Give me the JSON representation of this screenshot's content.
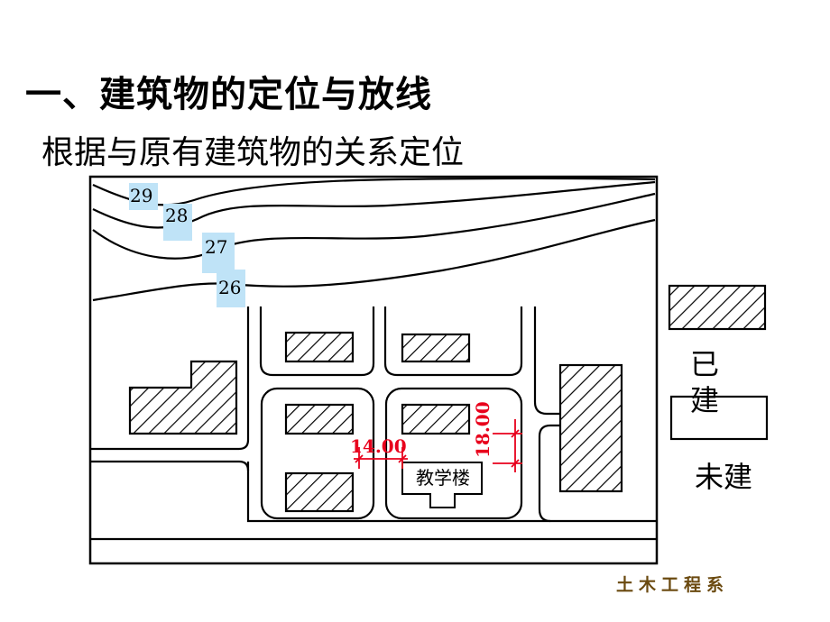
{
  "heading": "一、建筑物的定位与放线",
  "subheading": "根据与原有建筑物的关系定位",
  "contours": [
    "29",
    "28",
    "27",
    "26"
  ],
  "building_label": "教学楼",
  "dimensions": {
    "horizontal": "14.00",
    "vertical": "18.00"
  },
  "legend": {
    "built": "已建",
    "built_char1": "已",
    "built_char2": "建",
    "unbuilt": "未建"
  },
  "footer": "土木工程系",
  "colors": {
    "dimension": "#e8001c",
    "contour_label_bg": "#bfe3f7",
    "footer": "#6b4a10"
  }
}
